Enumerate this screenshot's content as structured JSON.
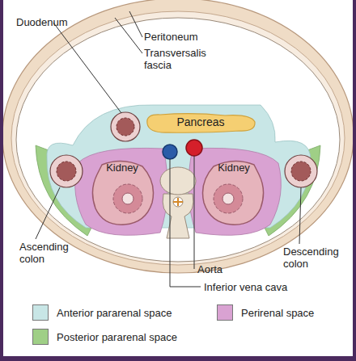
{
  "diagram": {
    "nodes": [
      {
        "text": [
          "Pancreas"
        ]
      },
      {
        "text": [
          "Kidney"
        ]
      },
      {
        "text": [
          "Kidney"
        ]
      }
    ],
    "labels": [
      "Duodenum",
      "Peritoneum",
      "Transversalis fascia",
      "Ascending colon",
      "Descending colon",
      "Aorta",
      "Inferior vena cava"
    ],
    "legend": [
      {
        "text": "Anterior pararenal space",
        "color": "#c8e6e6"
      },
      {
        "text": "Posterior pararenal space",
        "color": "#9fcf86"
      },
      {
        "text": "Perirenal space",
        "color": "#d9a2d2"
      }
    ]
  }
}
